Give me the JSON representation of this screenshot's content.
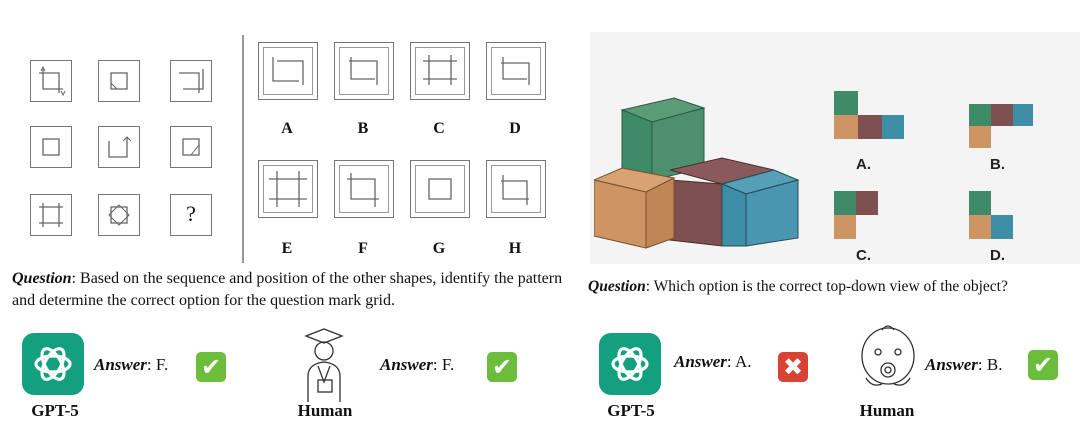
{
  "left": {
    "question_label": "Question",
    "question_text": ": Based on the sequence and position of the other shapes, identify the pattern and determine the correct option for the question mark grid.",
    "missing_mark": "?",
    "options": [
      "A",
      "B",
      "C",
      "D",
      "E",
      "F",
      "G",
      "H"
    ],
    "gpt": {
      "answer_label": "Answer",
      "answer_value": ": F.",
      "name": "GPT-5",
      "result": "correct"
    },
    "human": {
      "answer_label": "Answer",
      "answer_value": ": F.",
      "name": "Human",
      "result": "correct"
    }
  },
  "right": {
    "question_label": "Question",
    "question_text": ": Which option is the correct top-down view of the object?",
    "options": [
      "A.",
      "B.",
      "C.",
      "D."
    ],
    "colors": {
      "green": "#3f8a68",
      "tan": "#cd9464",
      "brown": "#7f5050",
      "teal": "#3f8ea8"
    },
    "gpt": {
      "answer_label": "Answer",
      "answer_value": ": A.",
      "name": "GPT-5",
      "result": "wrong"
    },
    "human": {
      "answer_label": "Answer",
      "answer_value": ": B.",
      "name": "Human",
      "result": "correct"
    }
  },
  "icons": {
    "check": "✔",
    "cross": "✖"
  }
}
